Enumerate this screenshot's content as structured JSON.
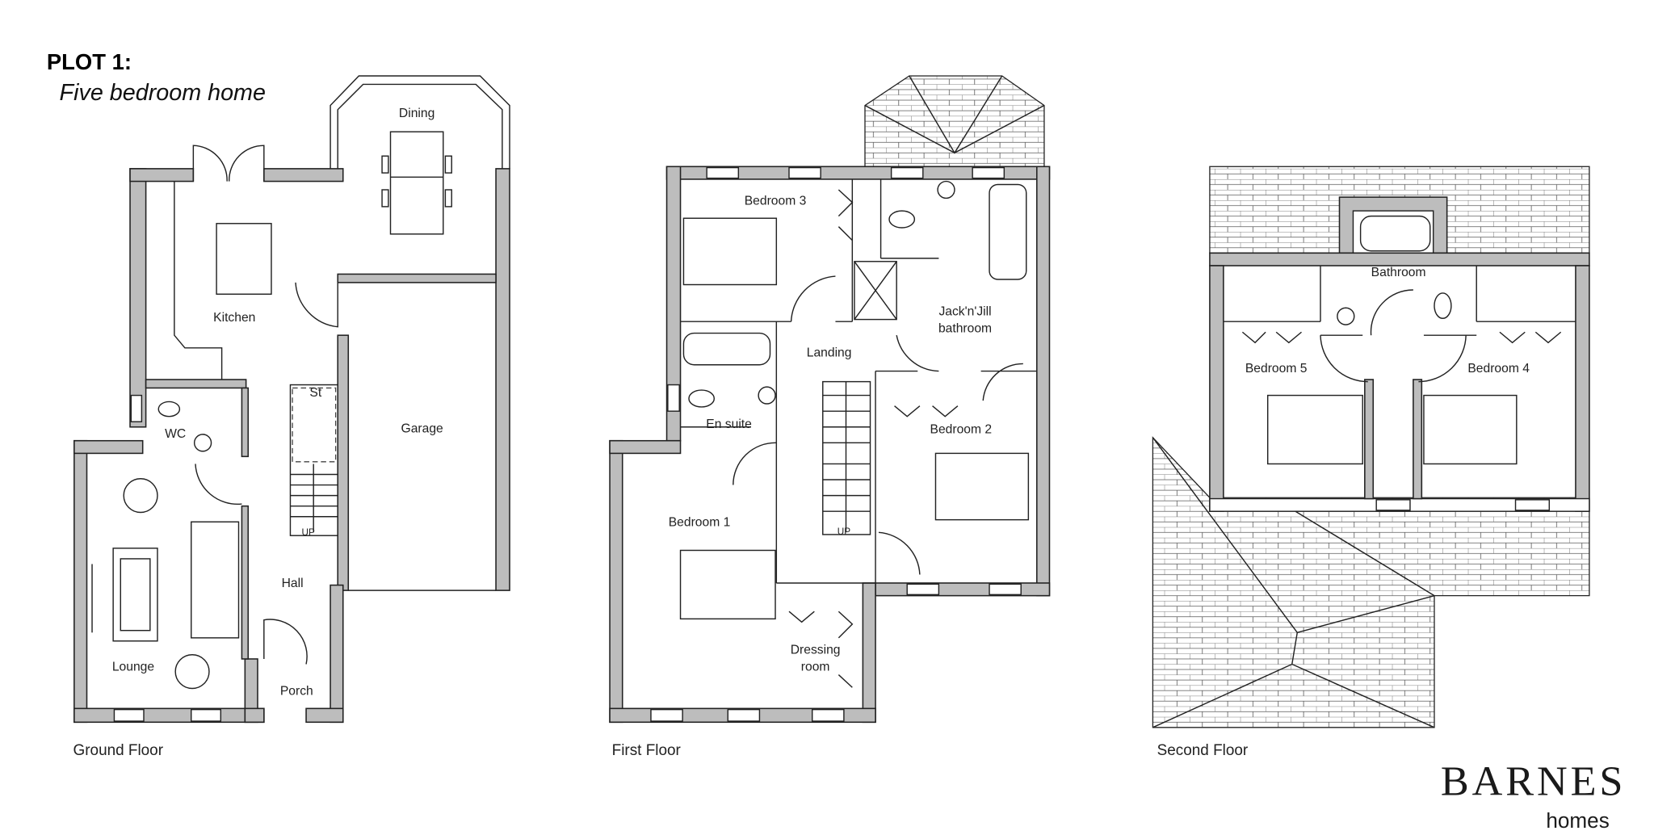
{
  "header": {
    "title": "PLOT 1:",
    "subtitle": "Five bedroom home"
  },
  "ground_floor": {
    "caption": "Ground Floor",
    "rooms": [
      "Dining",
      "Kitchen",
      "WC",
      "Garage",
      "Lounge",
      "Hall",
      "Porch"
    ],
    "stair_labels": {
      "store": "St",
      "up": "UP"
    }
  },
  "first_floor": {
    "caption": "First Floor",
    "rooms": [
      "Bedroom 3",
      "Jack'n'Jill",
      "bathroom",
      "Landing",
      "En suite",
      "Bedroom 2",
      "Bedroom 1",
      "Dressing",
      "room"
    ],
    "stair_labels": {
      "up": "UP"
    }
  },
  "second_floor": {
    "caption": "Second Floor",
    "rooms": [
      "Bathroom",
      "Bedroom 5",
      "Bedroom 4"
    ]
  },
  "logo": {
    "brand": "BARNES",
    "tagline": "homes"
  },
  "colors": {
    "wall": "#bdbdbd",
    "line": "#222222",
    "logo_accent": "#999999"
  }
}
